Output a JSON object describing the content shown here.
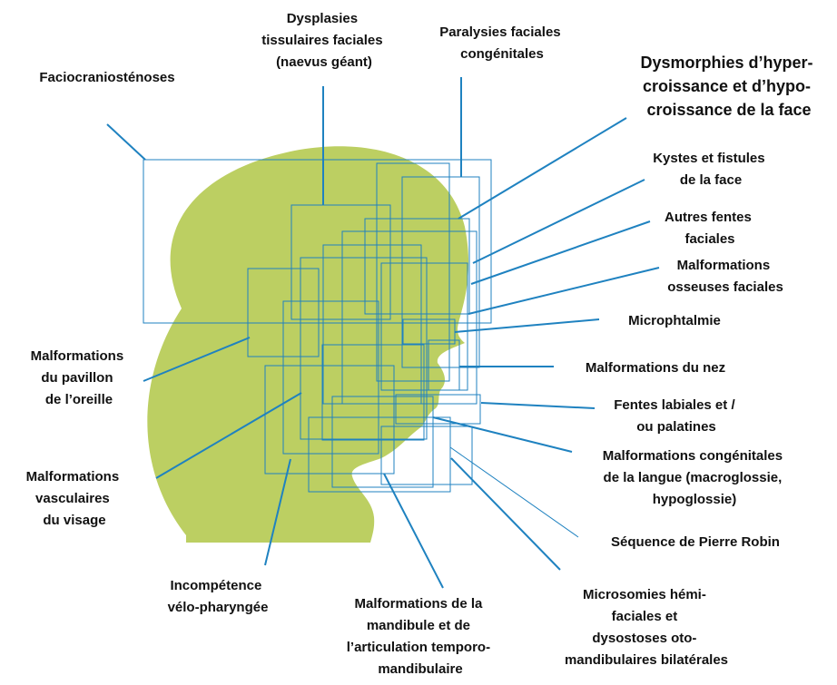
{
  "colors": {
    "head_fill": "#bccf62",
    "line": "#1f82c0",
    "text": "#111111"
  },
  "labels": {
    "faciocranio": [
      "Faciocraniosténoses"
    ],
    "dysplasies": [
      "Dysplasies",
      "tissulaires faciales",
      "(naevus géant)"
    ],
    "paralysies": [
      "Paralysies faciales",
      "congénitales"
    ],
    "dysmorphies": [
      "Dysmorphies d’hyper-",
      "croissance et d’hypo-",
      "croissance de la face"
    ],
    "kystes": [
      "Kystes et fistules",
      "de la face"
    ],
    "autres_fentes": [
      "Autres fentes",
      "faciales"
    ],
    "malf_osseuses": [
      "Malformations",
      "osseuses faciales"
    ],
    "microphtalmie": [
      "Microphtalmie"
    ],
    "malf_nez": [
      "Malformations du nez"
    ],
    "fentes_labiales": [
      "Fentes labiales et /",
      "ou palatines"
    ],
    "malf_langue": [
      "Malformations congénitales",
      "de la langue (macroglossie,",
      "hypoglossie)"
    ],
    "pierre_robin": [
      "Séquence de Pierre Robin"
    ],
    "microsomies": [
      "Microsomies hémi-",
      "faciales et",
      "dysostoses oto-",
      "mandibulaires bilatérales"
    ],
    "malf_mandibule": [
      "Malformations de la",
      "mandibule et de",
      "l’articulation temporo-",
      "mandibulaire"
    ],
    "incompetence": [
      "Incompétence",
      "vélo-pharyngée"
    ],
    "malf_vasculaires": [
      "Malformations",
      "vasculaires",
      "du visage"
    ],
    "malf_pavillon": [
      "Malformations",
      "du pavillon",
      "de l’oreille"
    ]
  }
}
